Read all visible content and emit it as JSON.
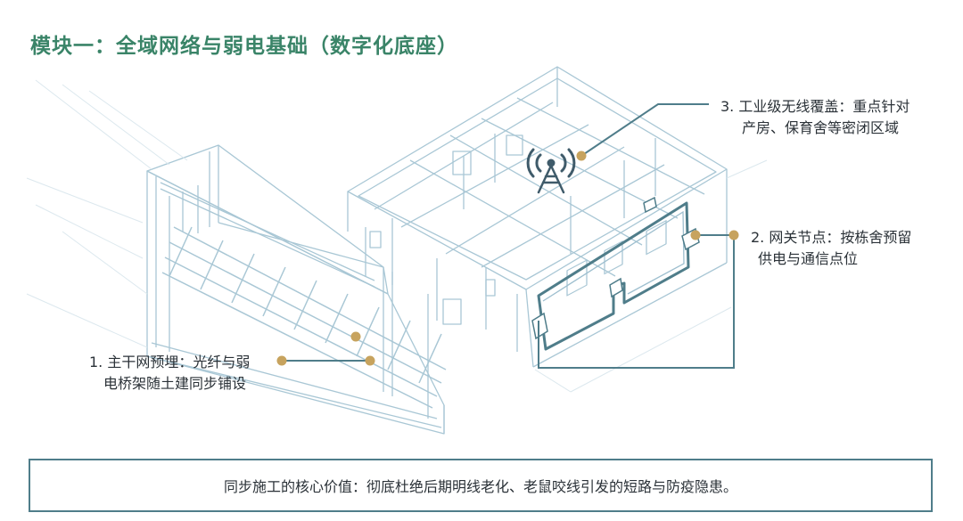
{
  "title": "模块一：全域网络与弱电基础（数字化底座）",
  "callouts": [
    {
      "line1": "1. 主干网预埋：光纤与弱",
      "line2": "电桥架随土建同步铺设"
    },
    {
      "line1": "2. 网关节点：按栋舍预留",
      "line2": "供电与通信点位"
    },
    {
      "line1": "3. 工业级无线覆盖：重点针对",
      "line2": "产房、保育舍等密闭区域"
    }
  ],
  "summary": "同步施工的核心价值：彻底杜绝后期明线老化、老鼠咬线引发的短路与防疫隐患。",
  "colors": {
    "title": "#3a8468",
    "wire": "#9ebfcf",
    "cable": "#4f7d8a",
    "antenna": "#3f5b6a",
    "dot": "#c7a35e",
    "summary_border": "#4f7d8a"
  },
  "icons": [
    "wifi-antenna-icon",
    "gateway-box-icon"
  ]
}
